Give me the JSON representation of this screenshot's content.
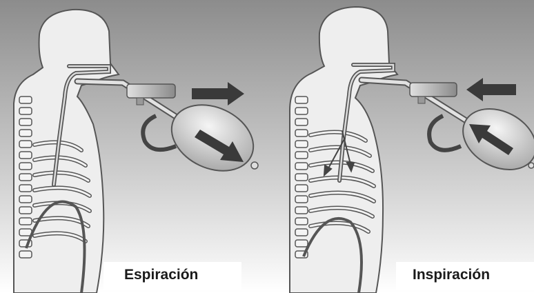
{
  "panels": [
    {
      "label": "Espiración",
      "flow": "out"
    },
    {
      "label": "Inspiración",
      "flow": "in"
    }
  ],
  "colors": {
    "background_top": "#8c8c8c",
    "background_bottom": "#ffffff",
    "body_fill": "#eeeeee",
    "outline": "#555555",
    "tube": "#666666",
    "arrow": "#3a3a3a",
    "bag": "#dcdcdc"
  },
  "icons": [
    "human-torso-diagram",
    "resuscitation-bag",
    "airflow-arrow"
  ]
}
